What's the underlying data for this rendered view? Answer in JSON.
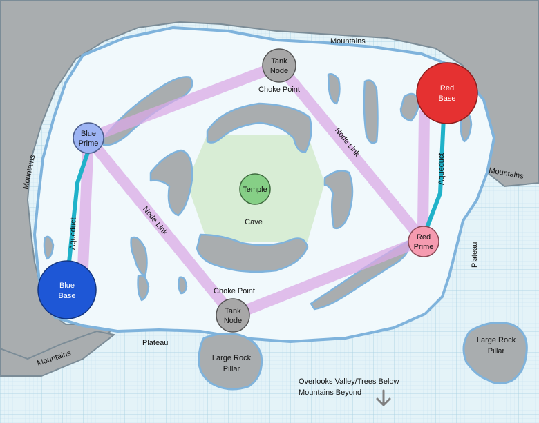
{
  "colors": {
    "water": "#e4f3f8",
    "grid_minor": "#c4e1ee",
    "grid_major": "#a6cfe2",
    "mountain": "#a9adaf",
    "mountain_edge": "#7b8c97",
    "shore": "#7fb3dc",
    "plateau": "#f1f9fc",
    "cave_zone": "#cfe8c8",
    "link": "#d9a9e6",
    "aqueduct": "#1fb2c9",
    "blue_base": "#1e57d6",
    "blue_prime": "#9db4f3",
    "red_base": "#e53131",
    "red_prime": "#f59bb0",
    "tank_node": "#a7a7a7",
    "temple": "#86cf86"
  },
  "labels": {
    "mountains_top": "Mountains",
    "mountains_left": "Mountains",
    "mountains_right": "Mountains",
    "mountains_bottom": "Mountains",
    "plateau_right": "Plateau",
    "plateau_bottom": "Plateau",
    "choke_point_top": "Choke Point",
    "choke_point_bottom": "Choke Point",
    "node_link_upper": "Node Link",
    "node_link_lower": "Node Link",
    "aqueduct_left": "Aqueduct",
    "aqueduct_right": "Aqueduct",
    "cave": "Cave",
    "pillar_center": [
      "Large Rock",
      "Pillar"
    ],
    "pillar_right": [
      "Large Rock",
      "Pillar"
    ],
    "overlook": [
      "Overlooks Valley/Trees Below",
      "Mountains Beyond"
    ]
  },
  "nodes": {
    "tank_top": [
      "Tank",
      "Node"
    ],
    "tank_bottom": [
      "Tank",
      "Node"
    ],
    "blue_prime": [
      "Blue",
      "Prime"
    ],
    "blue_base": [
      "Blue",
      "Base"
    ],
    "red_base": [
      "Red",
      "Base"
    ],
    "red_prime": [
      "Red",
      "Prime"
    ],
    "temple": "Temple"
  },
  "icons": {
    "overlook_arrow": "down-arrow-icon"
  }
}
